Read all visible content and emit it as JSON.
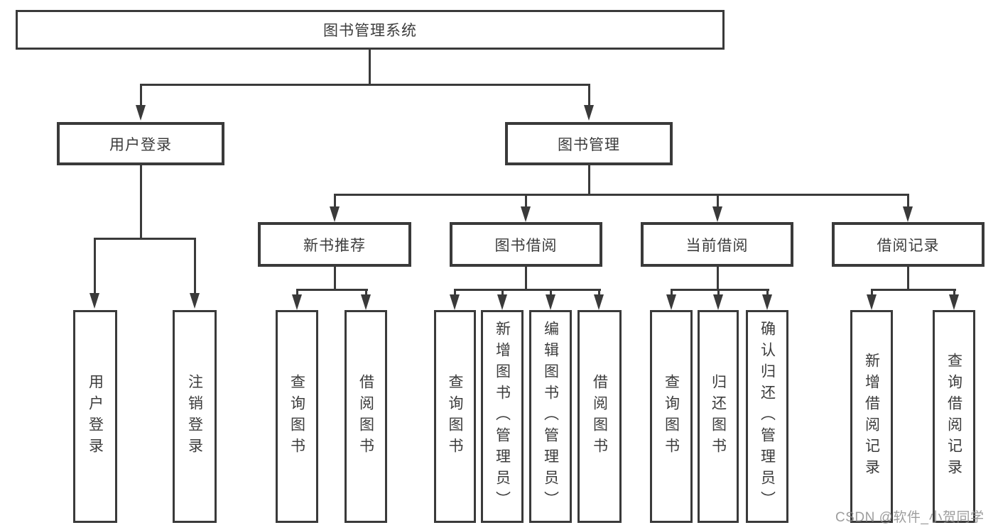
{
  "diagram_title": "图书管理系统",
  "tree": {
    "label": "图书管理系统",
    "children": [
      {
        "label": "用户登录",
        "children": [
          {
            "label": "用户登录"
          },
          {
            "label": "注销登录"
          }
        ]
      },
      {
        "label": "图书管理",
        "children": [
          {
            "label": "新书推荐",
            "children": [
              {
                "label": "查询图书"
              },
              {
                "label": "借阅图书"
              }
            ]
          },
          {
            "label": "图书借阅",
            "children": [
              {
                "label": "查询图书"
              },
              {
                "label": "新增图书（管理员）"
              },
              {
                "label": "编辑图书（管理员）"
              },
              {
                "label": "借阅图书"
              }
            ]
          },
          {
            "label": "当前借阅",
            "children": [
              {
                "label": "查询图书"
              },
              {
                "label": "归还图书"
              },
              {
                "label": "确认归还（管理员）"
              }
            ]
          },
          {
            "label": "借阅记录",
            "children": [
              {
                "label": "新增借阅记录"
              },
              {
                "label": "查询借阅记录"
              }
            ]
          }
        ]
      }
    ]
  },
  "watermark": {
    "text": "CSDN @软件_小贺同学"
  },
  "colors": {
    "stroke": "#3a3a3a",
    "text": "#3c3c3c",
    "background": "#ffffff",
    "watermark": "#8c8c8c"
  }
}
